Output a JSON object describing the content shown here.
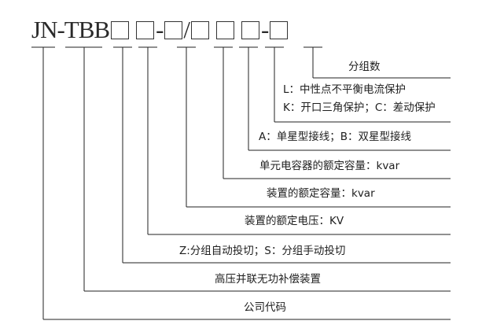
{
  "model_code": {
    "prefix": "JN",
    "dash1": "-",
    "series": "TBB",
    "dash2": "-",
    "slash": "/",
    "dash3": "-"
  },
  "legend": [
    {
      "id": "group-count",
      "lines": [
        "分组数"
      ]
    },
    {
      "id": "protection",
      "lines": [
        "L：中性点不平衡电流保护",
        "K：开口三角保护；C：差动保护"
      ]
    },
    {
      "id": "wiring",
      "lines": [
        "A：单星型接线；B：双星型接线"
      ]
    },
    {
      "id": "unit-capacity",
      "lines": [
        "单元电容器的额定容量：kvar"
      ]
    },
    {
      "id": "device-capacity",
      "lines": [
        "装置的额定容量：kvar"
      ]
    },
    {
      "id": "rated-voltage",
      "lines": [
        "装置的额定电压：KV"
      ]
    },
    {
      "id": "switching-mode",
      "lines": [
        "Z:分组自动投切；S：分组手动投切"
      ]
    },
    {
      "id": "product-type",
      "lines": [
        "高压并联无功补偿装置"
      ]
    },
    {
      "id": "company-code",
      "lines": [
        "公司代码"
      ]
    }
  ],
  "colors": {
    "line": "#222222",
    "text": "#1e1e1e",
    "background": "#ffffff"
  }
}
